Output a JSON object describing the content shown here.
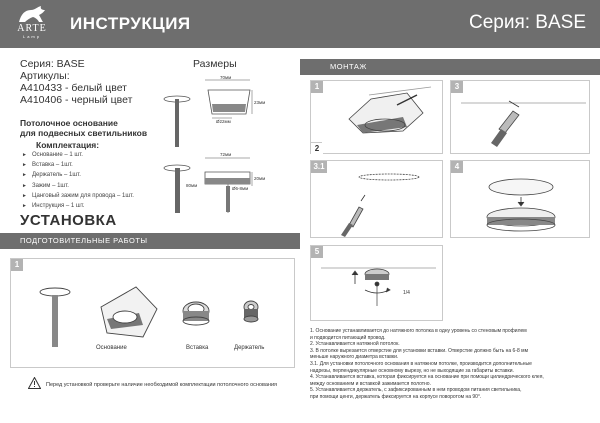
{
  "header": {
    "brand_name": "ARTE",
    "brand_sub": "Lamp",
    "doc_title": "ИНСТРУКЦИЯ",
    "series_title": "Серия: BASE"
  },
  "product": {
    "series": "Серия: BASE",
    "articles_label": "Артикулы:",
    "article_white": "A410433 - белый цвет",
    "article_black": "A410406 - черный цвет",
    "sizes_title": "Размеры",
    "desc_line1": "Потолочное основание",
    "desc_line2": "для подвесных светильников"
  },
  "kit": {
    "title": "Комплектация:",
    "items": [
      "Основание – 1 шт.",
      "Вставка – 1шт.",
      "Держатель – 1шт.",
      "Зажим – 1шт.",
      "Цанговый зажим для провода – 1шт.",
      "Инструкция – 1 шт."
    ]
  },
  "installation": {
    "title": "УСТАНОВКА",
    "prep_label": "ПОДГОТОВИТЕЛЬНЫЕ РАБОТЫ",
    "panel_number": "1",
    "part_base": "Основание",
    "part_insert": "Вставка",
    "part_holder": "Держатель",
    "warning": "Перед установкой проверьте наличие необходимой комплектации потолочного основания"
  },
  "mounting": {
    "label": "МОНТАЖ",
    "steps": [
      "1",
      "2",
      "3",
      "3.1",
      "4",
      "5"
    ],
    "rotation": "1/4",
    "notes": [
      "1. Основание устанавливается до натяжного потолка в одну уровень со стеновым профилем",
      "    и подводится питающий провод.",
      "2. Устанавливается натяжной потолок.",
      "3. В потолке вырезается отверстие для установки вставки. Отверстие должно быть на 6-8 мм",
      "    меньше наружного диаметра вставки.",
      "3.1. Для установки потолочного основания в натяжном потолке, производится дополнительные",
      "    надрезы, перпендикулярные основному вырезу, но не выходящие за габариты вставки.",
      "4. Устанавливается вставка, которая фиксируется на основание при помощи цилиндрического клея,",
      "    между основанием и вставкой зажимается полотно.",
      "5. Устанавливается держатель, с зафиксированным в нем проводом питания светильника,",
      "    при помощи ценги, держатель фиксируется на корпусе поворотом на 90°."
    ]
  }
}
